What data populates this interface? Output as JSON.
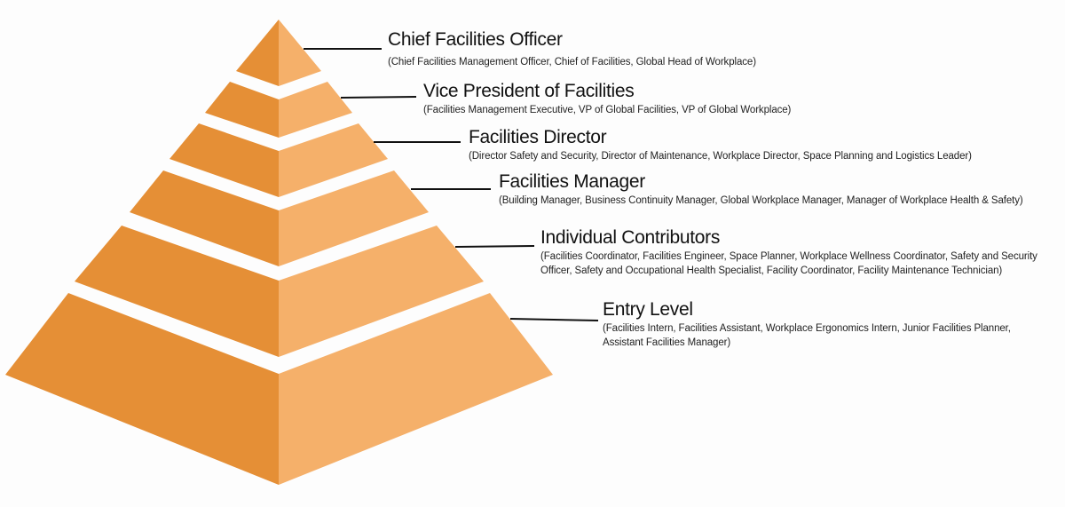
{
  "colors": {
    "background": "#fdfdfd",
    "face_left": "#e58f36",
    "face_right": "#f5b06a",
    "connector": "#111111"
  },
  "levels": [
    {
      "title": "Chief Facilities Officer",
      "subtitle": "(Chief Facilities Management Officer, Chief of Facilities, Global Head of Workplace)"
    },
    {
      "title": "Vice President of Facilities",
      "subtitle": "(Facilities Management Executive, VP of Global Facilities, VP of Global Workplace)"
    },
    {
      "title": "Facilities Director",
      "subtitle": "(Director Safety and Security, Director of Maintenance, Workplace Director, Space Planning and Logistics Leader)"
    },
    {
      "title": "Facilities Manager",
      "subtitle": "(Building Manager, Business Continuity Manager, Global Workplace Manager, Manager of Workplace Health & Safety)"
    },
    {
      "title": "Individual Contributors",
      "subtitle": "(Facilities Coordinator, Facilities Engineer, Space Planner, Workplace Wellness Coordinator, Safety and Security Officer, Safety and Occupational Health Specialist, Facility Coordinator, Facility Maintenance Technician)"
    },
    {
      "title": "Entry Level",
      "subtitle": "(Facilities Intern, Facilities Assistant, Workplace Ergonomics Intern, Junior Facilities Planner, Assistant Facilities Manager)"
    }
  ]
}
